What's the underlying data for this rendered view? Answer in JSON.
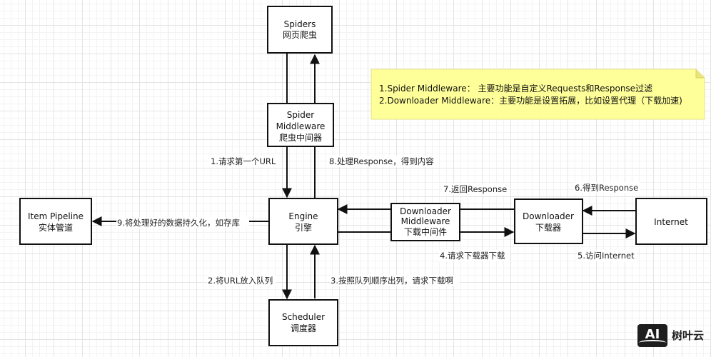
{
  "nodes": {
    "spiders": [
      "Spiders",
      "网页爬虫"
    ],
    "spider_middleware": [
      "Spider",
      "Middleware",
      "爬虫中间器"
    ],
    "engine": [
      "Engine",
      "引擎"
    ],
    "item_pipeline": [
      "Item Pipeline",
      "实体管道"
    ],
    "scheduler": [
      "Scheduler",
      "调度器"
    ],
    "downloader_middleware": [
      "Downloader",
      "Middleware",
      "下载中间件"
    ],
    "downloader": [
      "Downloader",
      "下载器"
    ],
    "internet": [
      "Internet"
    ]
  },
  "edges": {
    "e1": "1.请求第一个URL",
    "e2": "2.将URL放入队列",
    "e3": "3.按照队列顺序出列，请求下载啊",
    "e4": "4.请求下载器下载",
    "e5": "5.访问Internet",
    "e6": "6.得到Response",
    "e7": "7.返回Response",
    "e8": "8.处理Response，得到内容",
    "e9": "9.将处理好的数据持久化，如存库"
  },
  "note": {
    "line1": "1.Spider Middleware： 主要功能是自定义Requests和Response过滤",
    "line2": "2.Downloader Middleware：主要功能是设置拓展，比如设置代理（下载加速)",
    "color": "#ffff99"
  },
  "logo": {
    "mark": "AI",
    "text": "树叶云"
  }
}
